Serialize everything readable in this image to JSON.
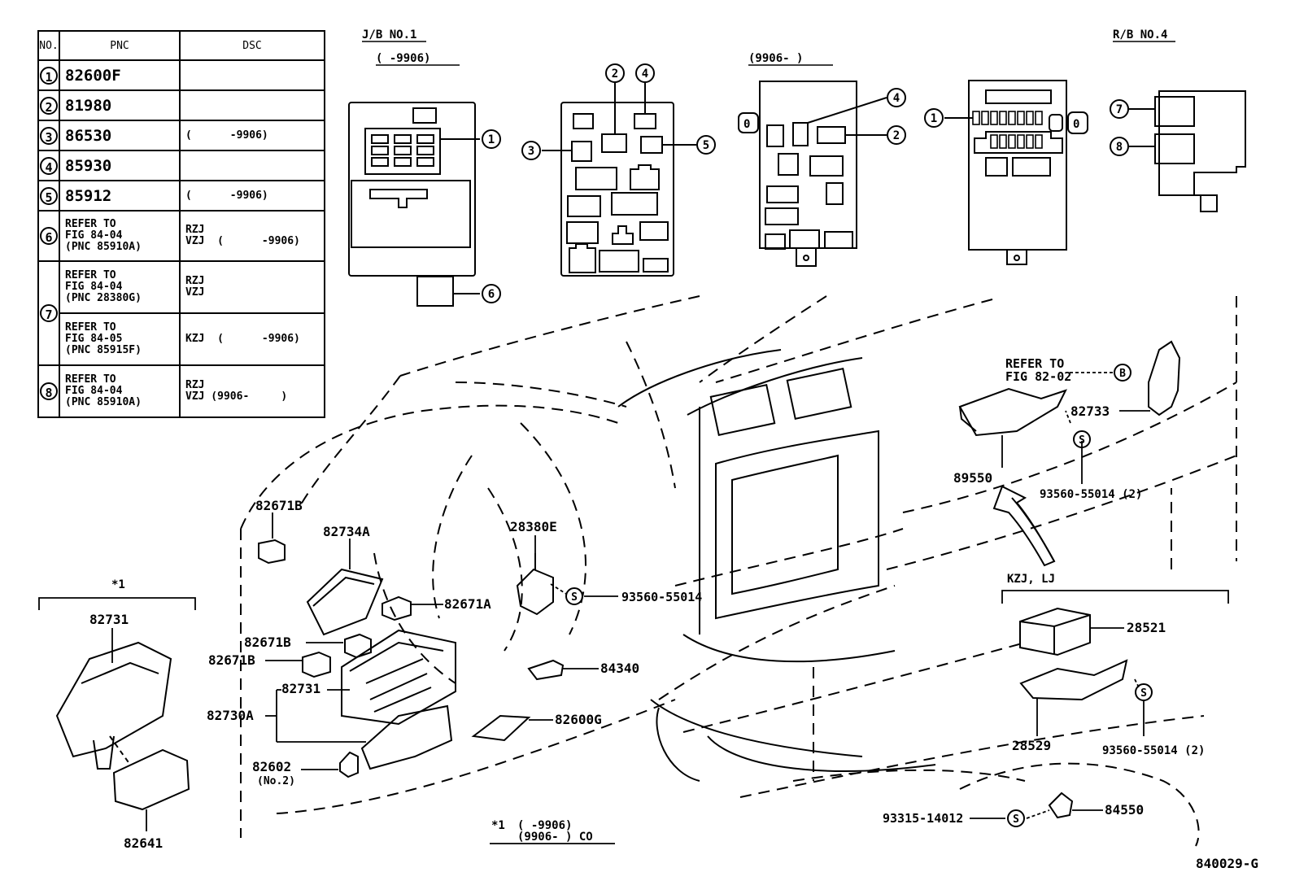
{
  "table": {
    "headers": [
      "NO.",
      "PNC",
      "DSC"
    ],
    "rows": [
      {
        "no": "1",
        "pnc": "82600F",
        "dsc": ""
      },
      {
        "no": "2",
        "pnc": "81980",
        "dsc": ""
      },
      {
        "no": "3",
        "pnc": "86530",
        "dsc": "(      -9906)"
      },
      {
        "no": "4",
        "pnc": "85930",
        "dsc": ""
      },
      {
        "no": "5",
        "pnc": "85912",
        "dsc": "(      -9906)"
      },
      {
        "no": "6",
        "pnc": "REFER TO\nFIG 84-04\n(PNC 85910A)",
        "dsc": "RZJ\nVZJ  (      -9906)"
      },
      {
        "no": "7",
        "pnc": "REFER TO\nFIG 84-04\n(PNC 28380G)",
        "dsc": "RZJ\nVZJ"
      },
      {
        "no": "7",
        "pnc": "REFER TO\nFIG 84-05\n(PNC 85915F)",
        "dsc": "KZJ  (      -9906)"
      },
      {
        "no": "8",
        "pnc": "REFER TO\nFIG 84-04\n(PNC 85910A)",
        "dsc": "RZJ\nVZJ (9906-     )"
      }
    ]
  },
  "headings": {
    "jb1": "J/B NO.1",
    "jb1_range": "(      -9906)",
    "jb2_range": "(9906-      )",
    "rb4": "R/B NO.4",
    "star1": "*1",
    "kzj_lj": "KZJ, LJ",
    "footnote_star": "*1",
    "footnote_a": "(      -9906)",
    "footnote_b": "(9906-      ) CO",
    "figure_id": "840029-G"
  },
  "callouts": {
    "c1": "1",
    "c2": "2",
    "c3": "3",
    "c4": "4",
    "c5": "5",
    "c6": "6",
    "c7": "7",
    "c8": "8",
    "s": "S",
    "b": "B"
  },
  "parts": {
    "p82671B_top": "82671B",
    "p82734A": "82734A",
    "p28380E": "28380E",
    "p93560_55014": "93560-55014",
    "p82671A": "82671A",
    "p82671B_mid": "82671B",
    "p82671B_left": "82671B",
    "p82731_main": "82731",
    "p84340": "84340",
    "p82730A": "82730A",
    "p82600G": "82600G",
    "p82602": "82602",
    "p82602_sub": "(No.2)",
    "p82731_side": "82731",
    "p82641": "82641",
    "refer_fig": "REFER TO",
    "refer_fig2": "FIG 82-02",
    "p82733": "82733",
    "p89550": "89550",
    "p93560_2a": "93560-55014 (2)",
    "p28521": "28521",
    "p28529": "28529",
    "p93560_2b": "93560-55014 (2)",
    "p93315": "93315-14012",
    "p84550": "84550"
  }
}
